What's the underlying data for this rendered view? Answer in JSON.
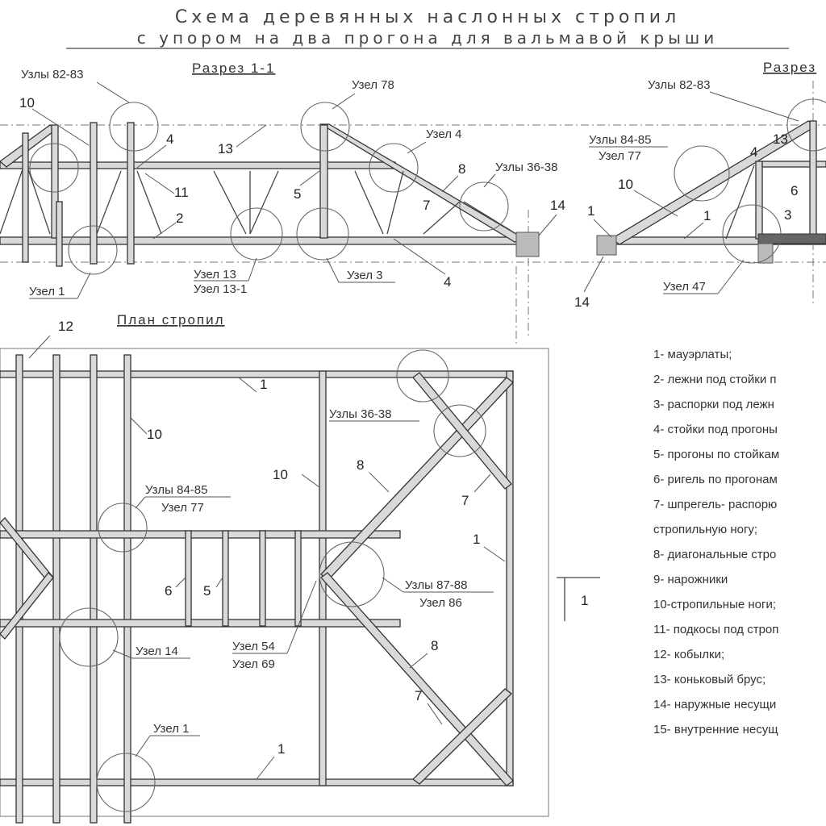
{
  "title": "Схема деревянных наслонных стропил",
  "subtitle": "с упором на два прогона для вальмавой крыши",
  "section_1_title": "Разрез 1-1",
  "section_2_title": "Разрез",
  "plan_title": "План стропил",
  "node_labels": {
    "n8283_a": "Узлы 82-83",
    "n78": "Узел 78",
    "n4": "Узел 4",
    "n3638_a": "Узлы 36-38",
    "n13": "Узел 13",
    "n131": "Узел 13-1",
    "n3": "Узел 3",
    "n1_a": "Узел 1",
    "n8283_b": "Узлы 82-83",
    "n8485_a": "Узлы 84-85",
    "n77_a": "Узел 77",
    "n47": "Узел 47",
    "n3638_b": "Узлы 36-38",
    "n8485_b": "Узлы 84-85",
    "n77_b": "Узел 77",
    "n8788": "Узлы 87-88",
    "n86": "Узел 86",
    "n14": "Узел 14",
    "n54": "Узел 54",
    "n69": "Узел 69",
    "n1_b": "Узел 1"
  },
  "numbers": {
    "s1_10": "10",
    "s1_4a": "4",
    "s1_13": "13",
    "s1_11": "11",
    "s1_2": "2",
    "s1_5": "5",
    "s1_8": "8",
    "s1_7": "7",
    "s1_14": "14",
    "s1_4b": "4",
    "s2_13": "13",
    "s2_4": "4",
    "s2_10": "10",
    "s2_6": "6",
    "s2_1a": "1",
    "s2_1b": "1",
    "s2_3": "3",
    "s2_14": "14",
    "p_12": "12",
    "p_1a": "1",
    "p_10a": "10",
    "p_10b": "10",
    "p_8a": "8",
    "p_7a": "7",
    "p_1b": "1",
    "p_6": "6",
    "p_5": "5",
    "p_8b": "8",
    "p_7b": "7",
    "p_1c": "1",
    "sec_mark": "1"
  },
  "legend": [
    "1- мауэрлаты;",
    "2- лежни под стойки п",
    "3- распорки под лежн",
    "4- стойки под прогоны",
    "5- прогоны по стойкам",
    "6- ригель по прогонам",
    "7- шпрегель- распорю",
    "стропильную ногу;",
    "8- диагональные стро",
    "9- нарожники",
    "10-стропильные ноги;",
    "11- подкосы под строп",
    "12- кобылки;",
    "13- коньковый брус;",
    "14- наружные несущи",
    "15- внутренние несущ"
  ]
}
